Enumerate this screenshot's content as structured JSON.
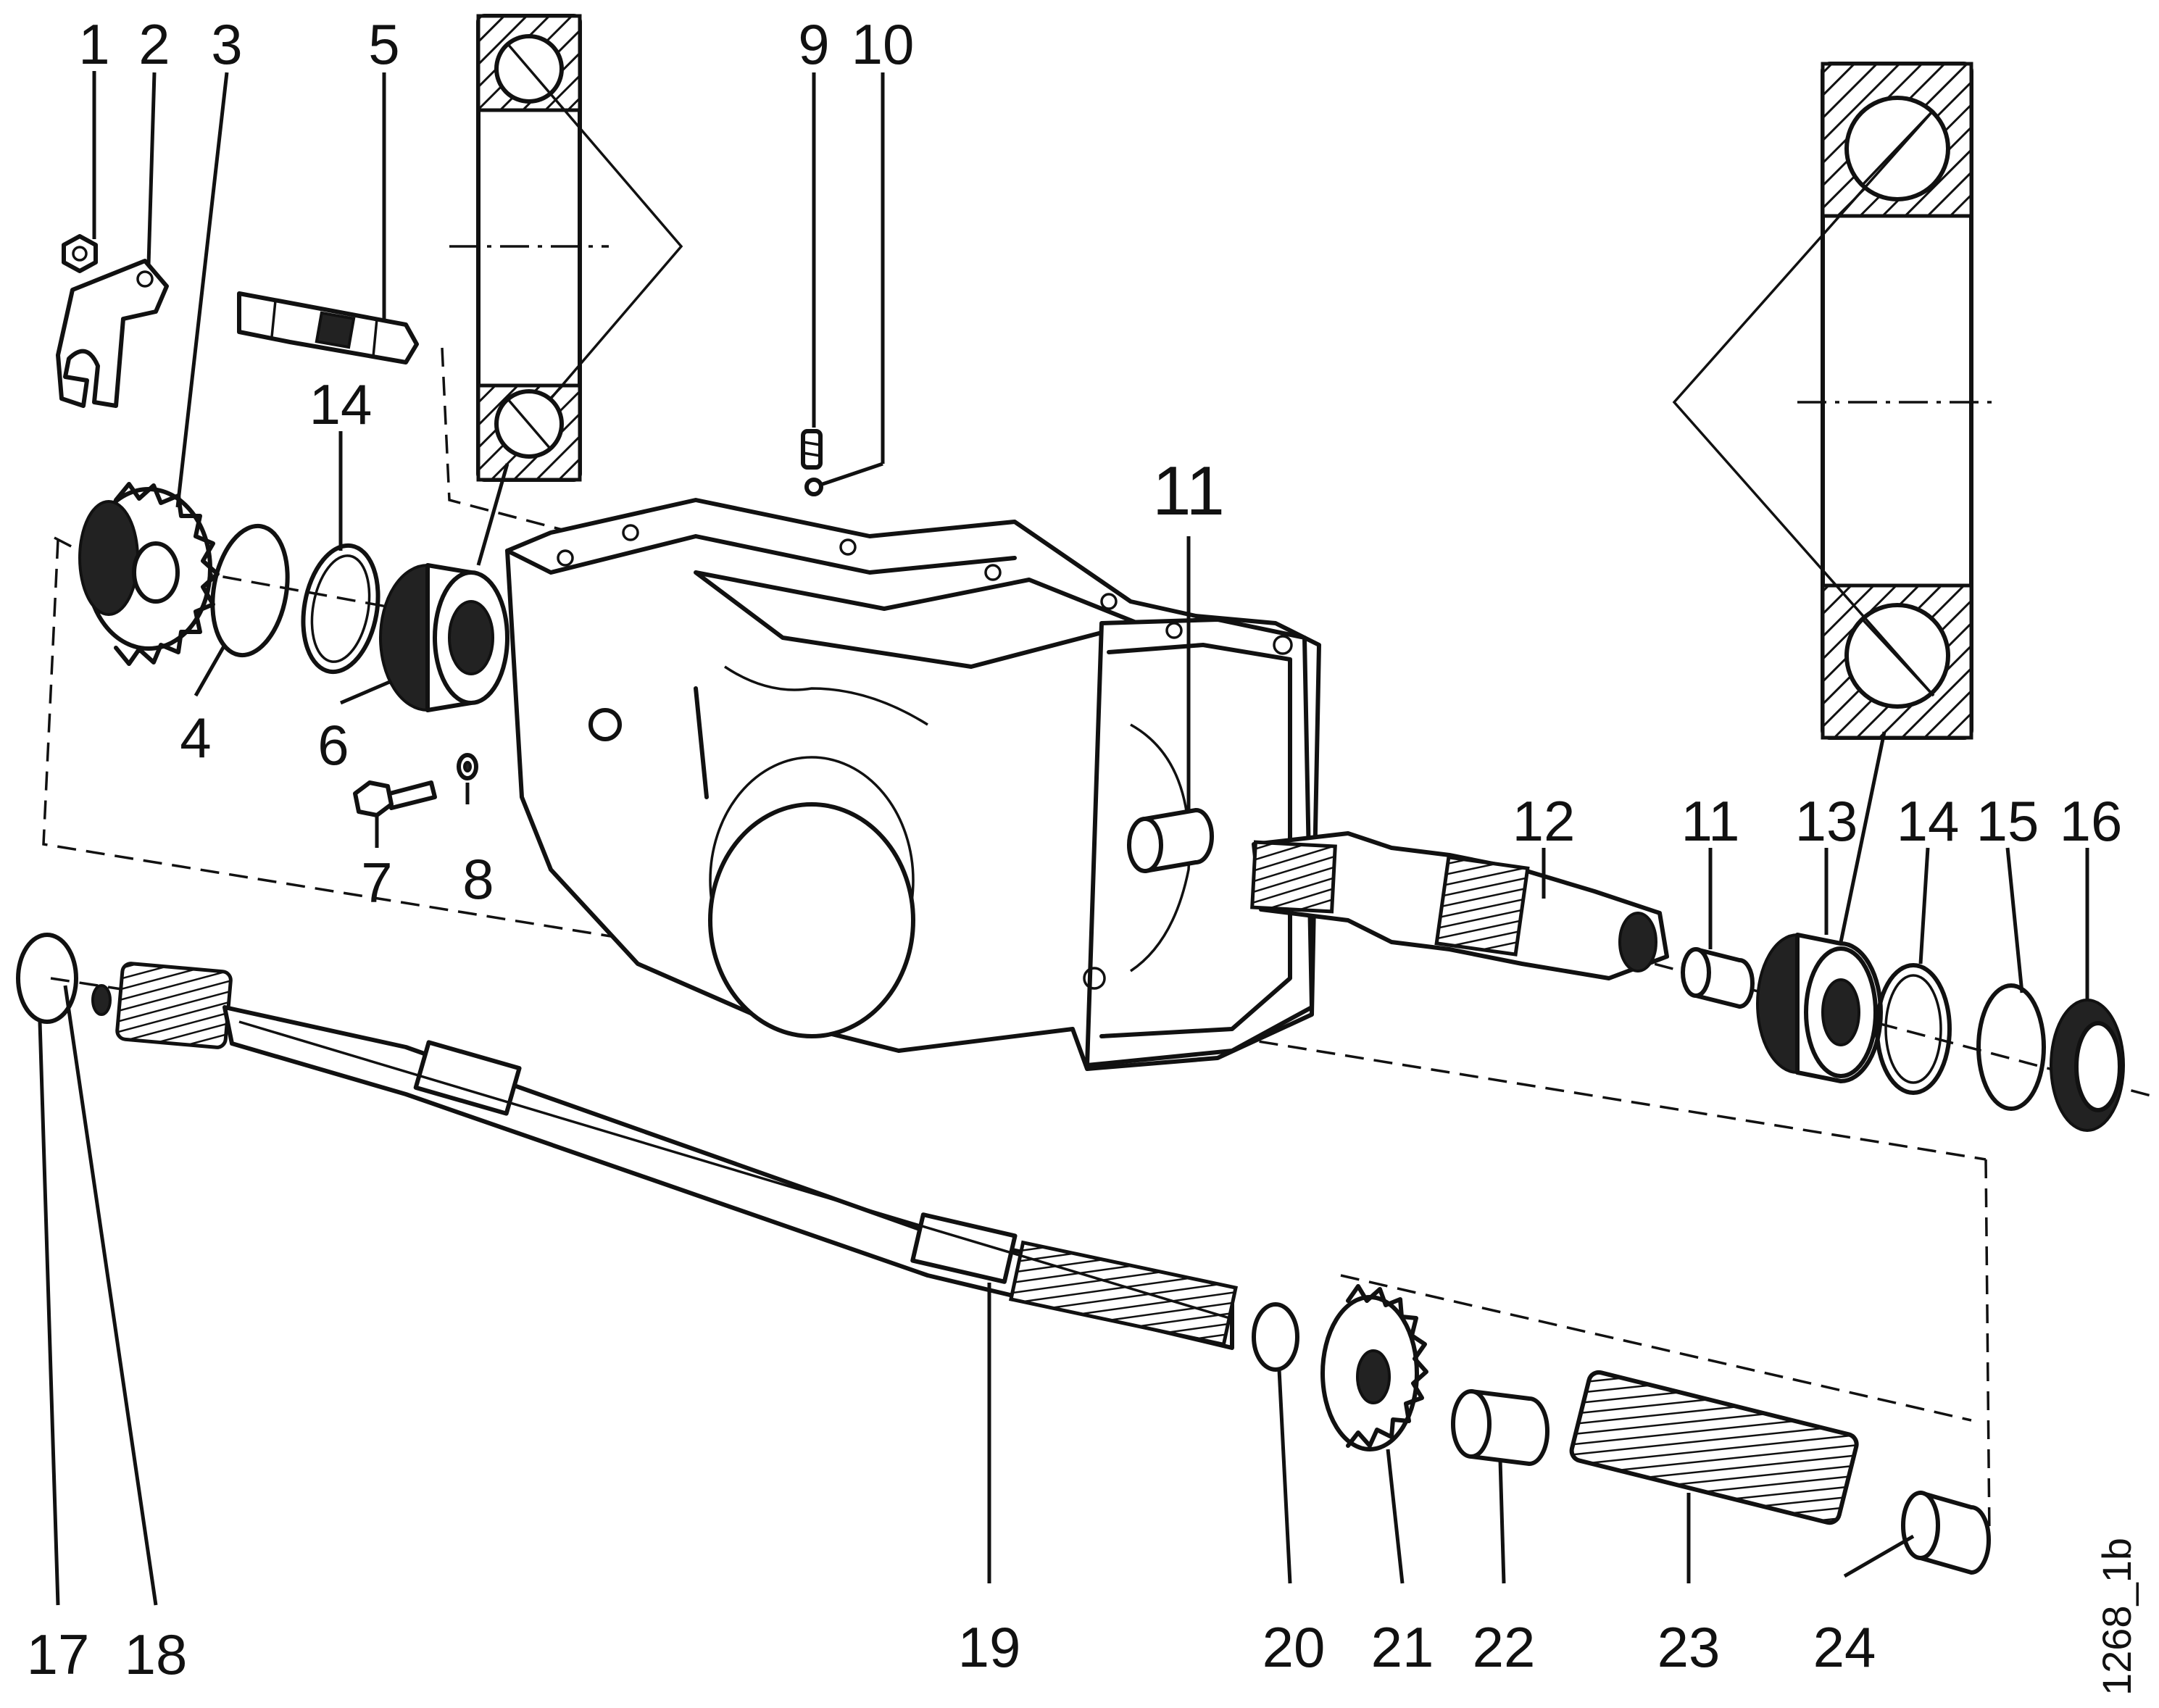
{
  "labels": {
    "p1": "1",
    "p2": "2",
    "p3": "3",
    "p4": "4",
    "p5": "5",
    "p6": "6",
    "p7": "7",
    "p8": "8",
    "p9": "9",
    "p10": "10",
    "p11_large": "11",
    "p11": "11",
    "p12": "12",
    "p13": "13",
    "p14_upper": "14",
    "p14_right": "14",
    "p15": "15",
    "p16": "16",
    "p17": "17",
    "p18": "18",
    "p19": "19",
    "p20": "20",
    "p21": "21",
    "p22": "22",
    "p23": "23",
    "p24": "24"
  },
  "figure_code": "1268_1b"
}
